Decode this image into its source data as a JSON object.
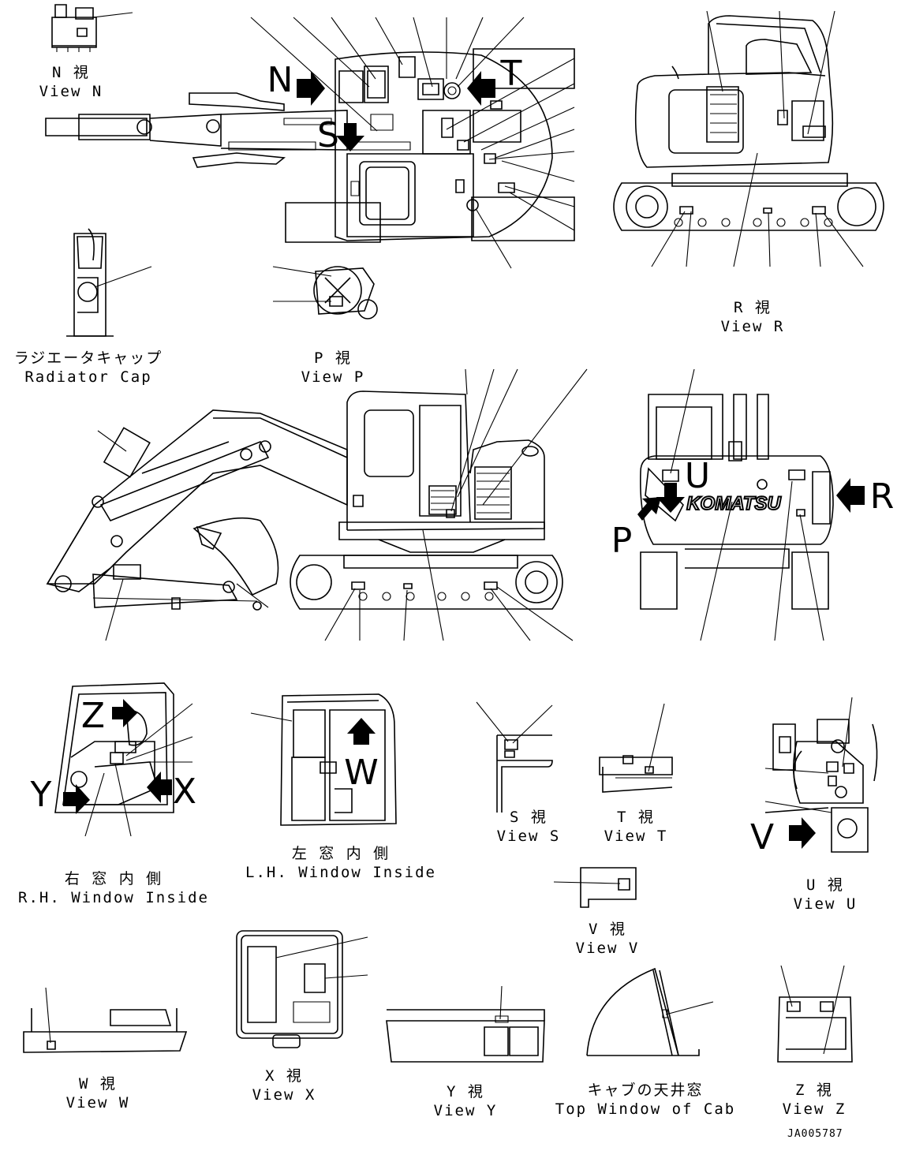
{
  "views": {
    "n": {
      "jp": "N 視",
      "en": "View N"
    },
    "radiator": {
      "jp": "ラジエータキャップ",
      "en": "Radiator Cap"
    },
    "p": {
      "jp": "P 視",
      "en": "View P"
    },
    "r": {
      "jp": "R 視",
      "en": "View R"
    },
    "rh": {
      "jp": "右 窓 内 側",
      "en": "R.H. Window Inside"
    },
    "lh": {
      "jp": "左 窓 内 側",
      "en": "L.H. Window Inside"
    },
    "s": {
      "jp": "S 視",
      "en": "View S"
    },
    "t": {
      "jp": "T 視",
      "en": "View T"
    },
    "u": {
      "jp": "U 視",
      "en": "View U"
    },
    "v": {
      "jp": "V 視",
      "en": "View V"
    },
    "w": {
      "jp": "W 視",
      "en": "View W"
    },
    "x": {
      "jp": "X 視",
      "en": "View X"
    },
    "y": {
      "jp": "Y 視",
      "en": "View Y"
    },
    "topwin": {
      "jp": "キャブの天井窓",
      "en": "Top Window of Cab"
    },
    "z": {
      "jp": "Z 視",
      "en": "View Z"
    }
  },
  "arrow_letters": {
    "N": "N",
    "S": "S",
    "T": "T",
    "R": "R",
    "U": "U",
    "P": "P",
    "Z": "Z",
    "Y": "Y",
    "X": "X",
    "W": "W",
    "V": "V"
  },
  "brand": "KOMATSU",
  "drawing_code": "JA005787"
}
